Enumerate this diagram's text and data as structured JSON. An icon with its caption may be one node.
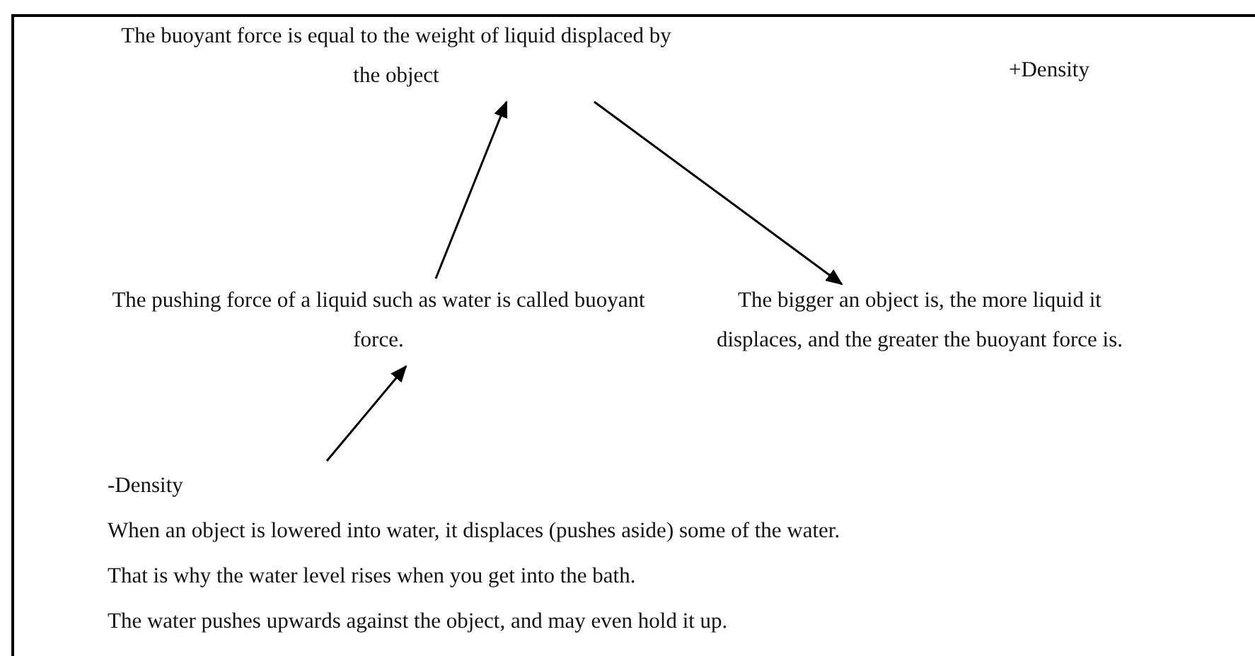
{
  "diagram": {
    "nodes": [
      {
        "text": [
          "The buoyant force is equal to the weight of liquid displaced by the object"
        ]
      },
      {
        "text": [
          "The pushing force of a liquid such as water is called buoyant force."
        ]
      },
      {
        "text": [
          "The bigger an object is, the more liquid it displaces, and the greater the buoyant force is."
        ]
      },
      {
        "text": [
          "-Density",
          "When an object is lowered into water, it displaces (pushes aside) some of the water.",
          "That is why the water level rises when you get into the bath.",
          "The water pushes upwards against the object, and may even hold it up."
        ]
      }
    ],
    "edges": [
      {
        "from": 3,
        "to": 1,
        "arrow": "to"
      },
      {
        "from": 1,
        "to": 0,
        "arrow": "to"
      },
      {
        "from": 0,
        "to": 2,
        "arrow": "to"
      }
    ],
    "labels": [
      "+Density"
    ]
  }
}
